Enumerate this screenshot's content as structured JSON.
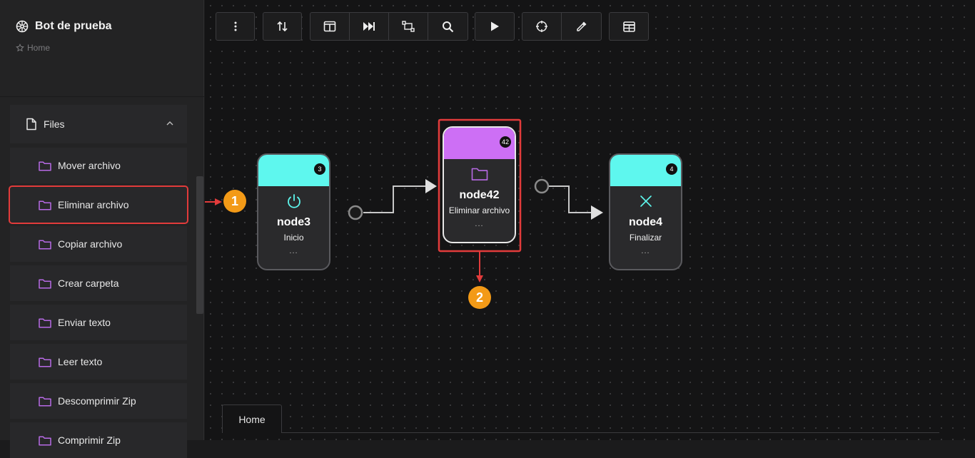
{
  "sidebar": {
    "title": "Bot de prueba",
    "breadcrumb": "Home",
    "group": {
      "label": "Files"
    },
    "items": [
      {
        "label": "Mover archivo"
      },
      {
        "label": "Eliminar archivo"
      },
      {
        "label": "Copiar archivo"
      },
      {
        "label": "Crear carpeta"
      },
      {
        "label": "Enviar texto"
      },
      {
        "label": "Leer texto"
      },
      {
        "label": "Descomprimir Zip"
      },
      {
        "label": "Comprimir Zip"
      }
    ]
  },
  "toolbar": {
    "icons": [
      "more-vert-icon",
      "sort-icon",
      "layout-icon",
      "skip-forward-icon",
      "transform-icon",
      "search-icon",
      "play-icon",
      "crosshair-icon",
      "eyedropper-icon",
      "table-icon"
    ]
  },
  "nodes": [
    {
      "id": "node3",
      "name": "node3",
      "subtitle": "Inicio",
      "badge": "3",
      "color": "#5ef7ee",
      "icon": "power-icon",
      "dots": "..."
    },
    {
      "id": "node42",
      "name": "node42",
      "subtitle": "Eliminar archivo",
      "badge": "42",
      "color": "#cd6ff5",
      "icon": "folder-icon",
      "dots": "..."
    },
    {
      "id": "node4",
      "name": "node4",
      "subtitle": "Finalizar",
      "badge": "4",
      "color": "#5ef7ee",
      "icon": "close-icon",
      "dots": "..."
    }
  ],
  "tabs": [
    {
      "label": "Home"
    }
  ],
  "annotations": [
    {
      "label": "1"
    },
    {
      "label": "2"
    }
  ],
  "colors": {
    "highlight": "#e23b3b",
    "marker": "#f39a17",
    "folder": "#b86ae6"
  }
}
